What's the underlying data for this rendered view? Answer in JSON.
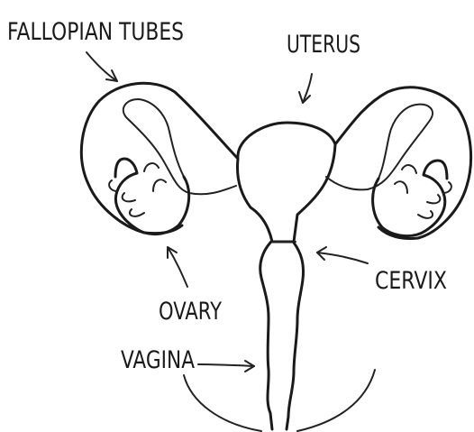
{
  "labels": {
    "fallopian_tubes": "FALLOPIAN TUBES",
    "uterus": "UTERUS",
    "cervix": "CERVIX",
    "ovary": "OVARY",
    "vagina": "VAGINA"
  },
  "colors": {
    "ink": "#1a1a1a",
    "background": "#ffffff"
  }
}
